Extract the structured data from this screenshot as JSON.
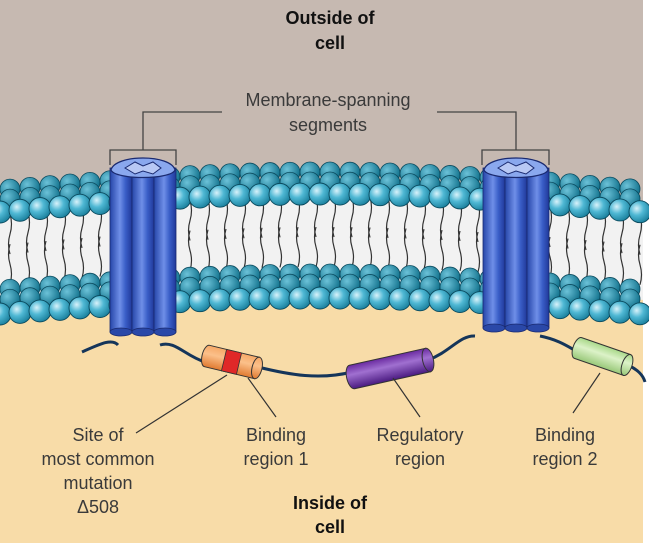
{
  "title_outside": [
    "Outside of",
    "cell"
  ],
  "title_inside": [
    "Inside of",
    "cell"
  ],
  "membrane_label": [
    "Membrane-spanning",
    "segments"
  ],
  "callouts": [
    {
      "id": "mutation",
      "lines": [
        "Site of",
        "most common",
        "mutation",
        "Δ508"
      ]
    },
    {
      "id": "binding1",
      "lines": [
        "Binding",
        "region 1"
      ]
    },
    {
      "id": "regulatory",
      "lines": [
        "Regulatory",
        "region"
      ]
    },
    {
      "id": "binding2",
      "lines": [
        "Binding",
        "region 2"
      ]
    }
  ],
  "colors": {
    "outside": "#c6b9b1",
    "inside": "#f8dca8",
    "lipid_head": "#2a9ab8",
    "protein": "#3a5fc8",
    "binding1": "#f0944a",
    "mutation_band": "#e02828",
    "regulatory": "#7a3ab0",
    "binding2": "#b9e09a",
    "chain": "#15355a"
  }
}
